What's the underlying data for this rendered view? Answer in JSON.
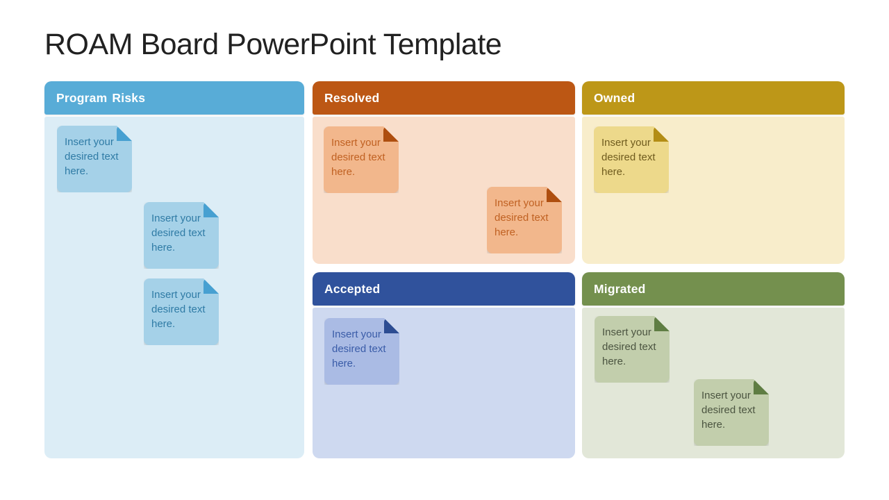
{
  "page": {
    "title": "ROAM Board PowerPoint Template",
    "title_color": "#212121",
    "background": "#FFFFFF"
  },
  "board": {
    "note_placeholder": "Insert your desired text here.",
    "panels": [
      {
        "id": "program-risks",
        "label": "Program Risks",
        "colors": {
          "header": "#58ACD7",
          "body": "#DCEDF6",
          "note": "#A5D1E8",
          "note_text": "#2F7BA5",
          "fold": "#47A0D1"
        },
        "notes": [
          {
            "text": "Insert your desired text here."
          },
          {
            "text": "Insert your desired text here."
          },
          {
            "text": "Insert your desired text here."
          }
        ]
      },
      {
        "id": "resolved",
        "label": "Resolved",
        "colors": {
          "header": "#BC5714",
          "body": "#F9DECB",
          "note": "#F2B78C",
          "note_text": "#C06122",
          "fold": "#AE4E0F"
        },
        "notes": [
          {
            "text": "Insert your desired text here."
          },
          {
            "text": "Insert your desired text here."
          }
        ]
      },
      {
        "id": "owned",
        "label": "Owned",
        "colors": {
          "header": "#BD9718",
          "body": "#F8EDCB",
          "note": "#EDD98B",
          "note_text": "#6F5B1E",
          "fold": "#B38D15"
        },
        "notes": [
          {
            "text": "Insert your desired text here."
          }
        ]
      },
      {
        "id": "accepted",
        "label": "Accepted",
        "colors": {
          "header": "#30529C",
          "body": "#CED9F0",
          "note": "#AABBE4",
          "note_text": "#3A5CA8",
          "fold": "#2C4C92"
        },
        "notes": [
          {
            "text": "Insert your desired text here."
          }
        ]
      },
      {
        "id": "migrated",
        "label": "Migrated",
        "colors": {
          "header": "#74904E",
          "body": "#E2E7D8",
          "note": "#C2CEAC",
          "note_text": "#4B5440",
          "fold": "#5F7D43"
        },
        "notes": [
          {
            "text": "Insert your desired text here."
          },
          {
            "text": "Insert your desired text here."
          }
        ]
      }
    ]
  }
}
